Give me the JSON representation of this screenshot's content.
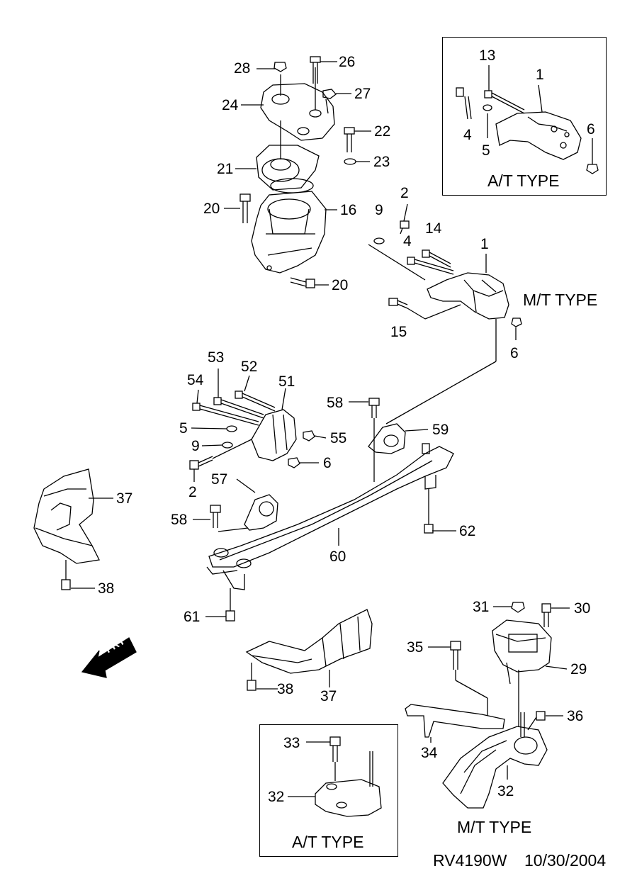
{
  "diagram": {
    "callouts": [
      "28",
      "26",
      "24",
      "27",
      "22",
      "23",
      "21",
      "20",
      "16",
      "20",
      "9",
      "2",
      "4",
      "14",
      "1",
      "15",
      "6",
      "53",
      "52",
      "54",
      "51",
      "58",
      "59",
      "5",
      "55",
      "9",
      "6",
      "2",
      "57",
      "37",
      "58",
      "62",
      "60",
      "38",
      "61",
      "31",
      "30",
      "35",
      "29",
      "37",
      "38",
      "36",
      "34",
      "33",
      "32",
      "32",
      "13",
      "1",
      "4",
      "5",
      "6"
    ],
    "type_labels": {
      "at_type_top": "A/T TYPE",
      "mt_type_mid": "M/T TYPE",
      "mt_type_bottom": "M/T TYPE",
      "at_type_bottom": "A/T TYPE"
    },
    "front_arrow": "FRT",
    "footer": {
      "drawing_id": "RV4190W",
      "date": "10/30/2004"
    }
  }
}
